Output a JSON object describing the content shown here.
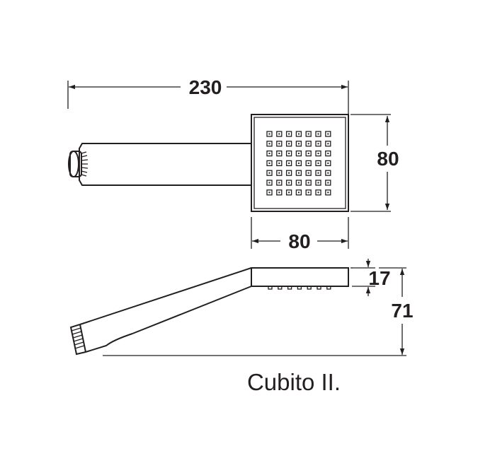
{
  "dimensions": {
    "total_length": "230",
    "head_height": "80",
    "head_width": "80",
    "head_thickness": "17",
    "overall_height": "71"
  },
  "caption": "Cubito II.",
  "nozzle_grid": {
    "rows": 7,
    "cols": 7
  },
  "colors": {
    "line": "#231f20",
    "background": "#ffffff"
  }
}
